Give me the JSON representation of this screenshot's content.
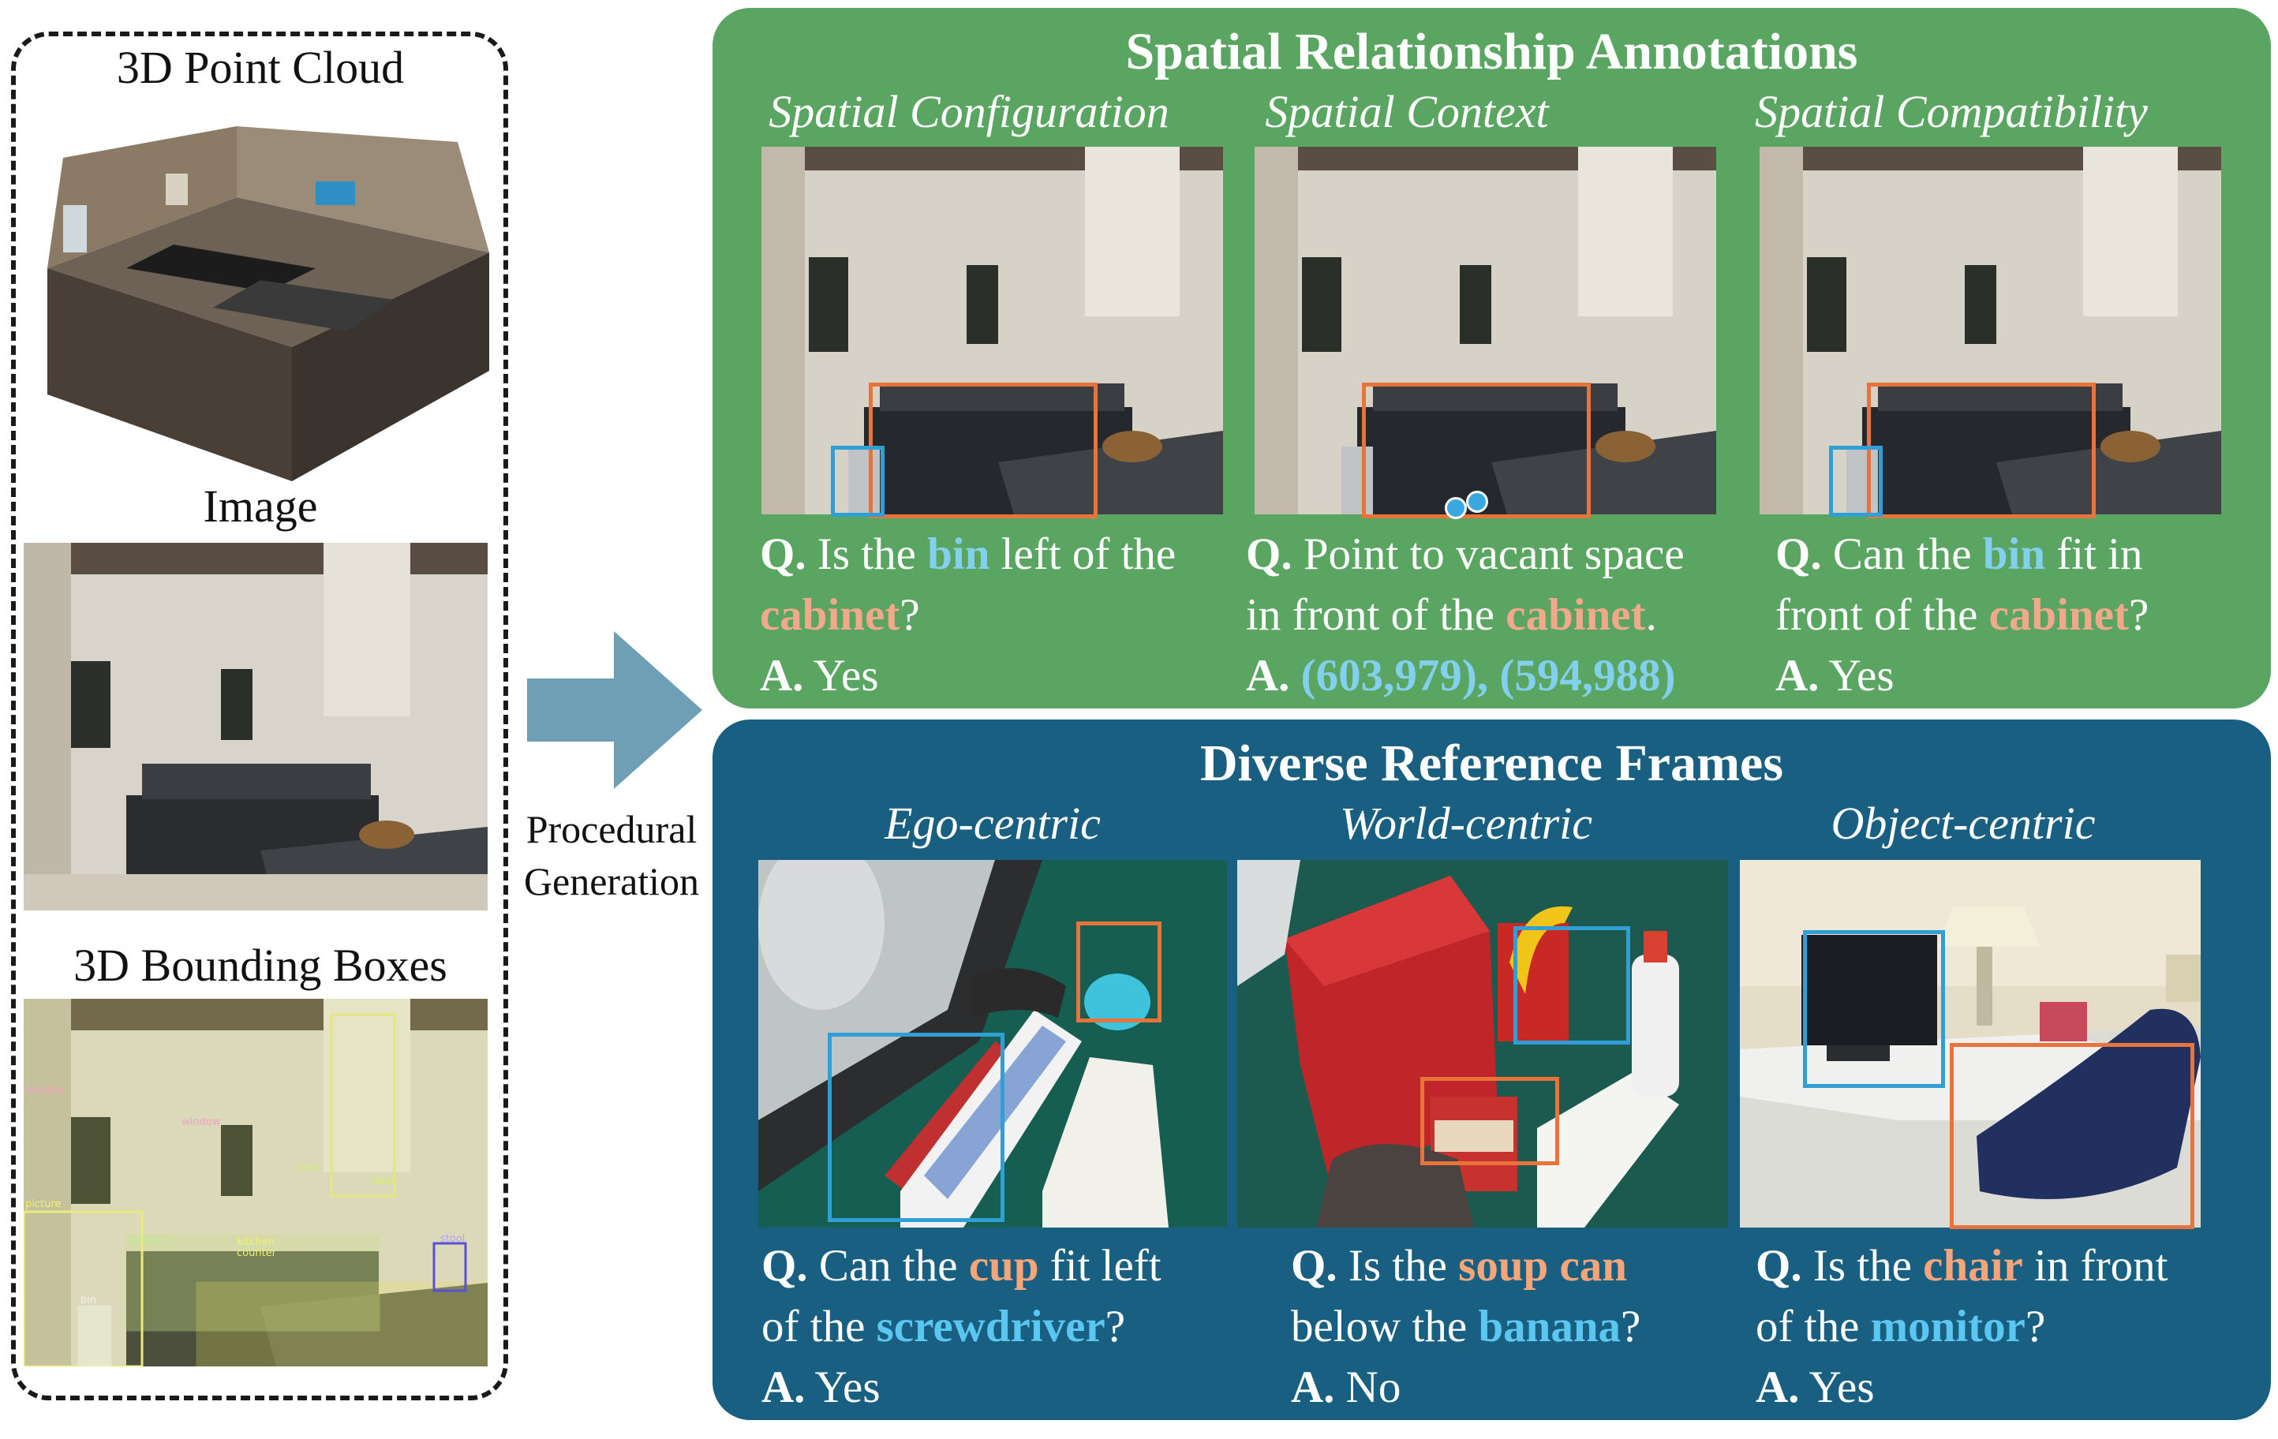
{
  "left": {
    "point_cloud_title": "3D Point Cloud",
    "image_title": "Image",
    "bbox_title": "3D Bounding Boxes",
    "bbox_labels": [
      "window",
      "window",
      "door",
      "door",
      "picture",
      "cabinet",
      "kitchen",
      "counter",
      "stool",
      "bin"
    ]
  },
  "arrow": {
    "label_line1": "Procedural",
    "label_line2": "Generation",
    "color": "#6f9fb4"
  },
  "spatial": {
    "title": "Spatial Relationship Annotations",
    "bg_color": "#5aa562",
    "columns": [
      {
        "subtitle": "Spatial Configuration",
        "q_prefix": "Q.",
        "q_parts": [
          " Is the ",
          "bin",
          " left of the"
        ],
        "q_line2": [
          "cabinet",
          "?"
        ],
        "a_prefix": "A.",
        "answer": " Yes"
      },
      {
        "subtitle": "Spatial Context",
        "q_prefix": "Q.",
        "q_line1": " Point to vacant space",
        "q_line2": [
          "in front of the ",
          "cabinet",
          "."
        ],
        "a_prefix": "A.",
        "answer": " (603,979), (594,988)"
      },
      {
        "subtitle": "Spatial Compatibility",
        "q_prefix": "Q.",
        "q_parts": [
          " Can the ",
          "bin",
          " fit in"
        ],
        "q_line2": [
          "front of the ",
          "cabinet",
          "?"
        ],
        "a_prefix": "A.",
        "answer": " Yes"
      }
    ]
  },
  "frames": {
    "title": "Diverse Reference Frames",
    "bg_color": "#195f82",
    "columns": [
      {
        "subtitle": "Ego-centric",
        "q_prefix": "Q.",
        "q_parts": [
          " Can the ",
          "cup",
          " fit left"
        ],
        "q_line2": [
          "of the ",
          "screwdriver",
          "?"
        ],
        "a_prefix": "A.",
        "answer": " Yes"
      },
      {
        "subtitle": "World-centric",
        "q_prefix": "Q.",
        "q_parts": [
          " Is the ",
          "soup can"
        ],
        "q_line2": [
          "below the ",
          "banana",
          "?"
        ],
        "a_prefix": "A.",
        "answer": " No"
      },
      {
        "subtitle": "Object-centric",
        "q_prefix": "Q.",
        "q_parts": [
          " Is the ",
          "chair",
          " in front"
        ],
        "q_line2": [
          "of the ",
          "monitor",
          "?"
        ],
        "a_prefix": "A.",
        "answer": " Yes"
      }
    ]
  },
  "colors": {
    "orange_box": "#e8743b",
    "blue_box": "#2f9fd6",
    "orange_text": "#f2a88a",
    "blue_text": "#82cfee"
  }
}
